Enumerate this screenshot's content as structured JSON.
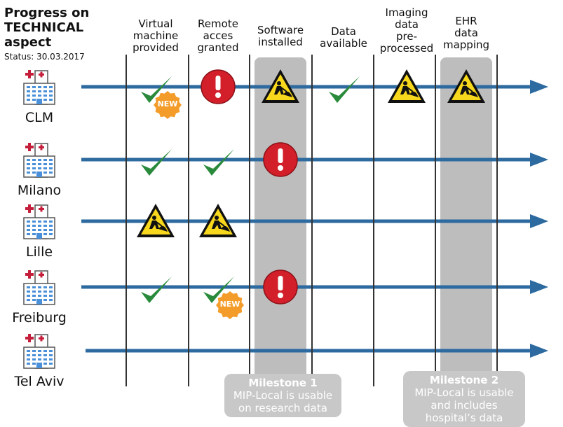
{
  "title": "Progress on TECHNICAL aspect",
  "status": "Status: 30.03.2017",
  "colors": {
    "arrow": "#2d6a9f",
    "check": "#2a8a3c",
    "alert": "#d21f2a",
    "warning": "#f8d81c",
    "badge": "#f39c2a",
    "milestone": "#bdbdbd",
    "hospital": "#c41e3a"
  },
  "columns": [
    "Virtual\nmachine\nprovided",
    "Remote\nacces\ngranted",
    "Software\ninstalled",
    "Data\navailable",
    "Imaging\ndata\npre-\nprocessed",
    "EHR\ndata\nmapping"
  ],
  "sites": [
    {
      "name": "CLM",
      "cells": [
        {
          "col": 0,
          "icon": "check",
          "badge": "NEW"
        },
        {
          "col": 1,
          "icon": "alert"
        },
        {
          "col": 2,
          "icon": "warning"
        },
        {
          "col": 3,
          "icon": "check"
        },
        {
          "col": 4,
          "icon": "warning"
        },
        {
          "col": 5,
          "icon": "warning"
        }
      ]
    },
    {
      "name": "Milano",
      "cells": [
        {
          "col": 0,
          "icon": "check"
        },
        {
          "col": 1,
          "icon": "check"
        },
        {
          "col": 2,
          "icon": "alert"
        }
      ]
    },
    {
      "name": "Lille",
      "cells": [
        {
          "col": 0,
          "icon": "warning"
        },
        {
          "col": 1,
          "icon": "warning"
        }
      ]
    },
    {
      "name": "Freiburg",
      "cells": [
        {
          "col": 0,
          "icon": "check"
        },
        {
          "col": 1,
          "icon": "check",
          "badge": "NEW"
        },
        {
          "col": 2,
          "icon": "alert"
        }
      ]
    },
    {
      "name": "Tel Aviv",
      "cells": []
    }
  ],
  "milestones": [
    {
      "title": "Milestone 1",
      "text": "MIP-Local is usable on research data"
    },
    {
      "title": "Milestone 2",
      "text": "MIP-Local is usable and includes hospital’s data"
    }
  ]
}
